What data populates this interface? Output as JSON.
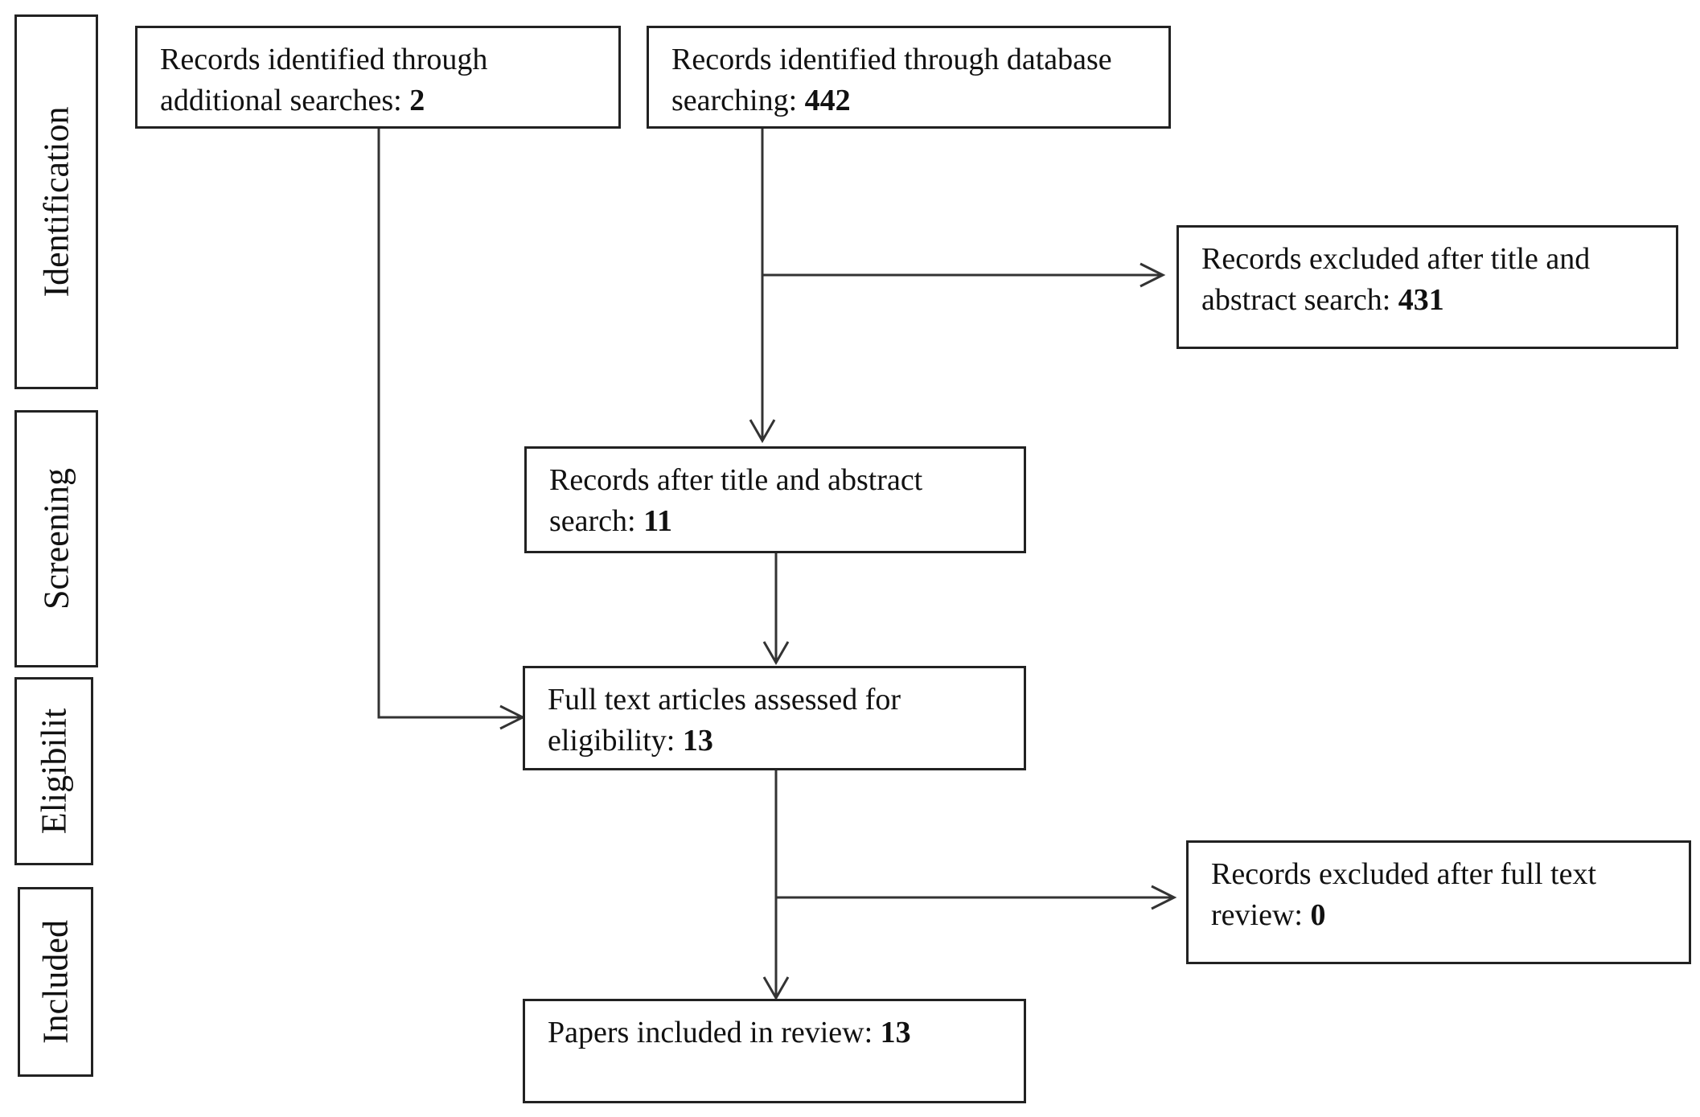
{
  "stages": {
    "identification": "Identification",
    "screening": "Screening",
    "eligibility": "Eligibilit",
    "included": "Included"
  },
  "boxes": {
    "additional": {
      "text": "Records identified through additional searches: ",
      "value": "2"
    },
    "database": {
      "text": "Records identified through database searching: ",
      "value": "442"
    },
    "excluded_title": {
      "text": "Records excluded after title and abstract search: ",
      "value": "431"
    },
    "after_title": {
      "text": "Records after title and abstract search: ",
      "value": "11"
    },
    "full_text": {
      "text": "Full text articles assessed for eligibility: ",
      "value": "13"
    },
    "excluded_full": {
      "text": "Records excluded after full text review: ",
      "value": "0"
    },
    "included": {
      "text": "Papers included in review: ",
      "value": "13"
    }
  }
}
